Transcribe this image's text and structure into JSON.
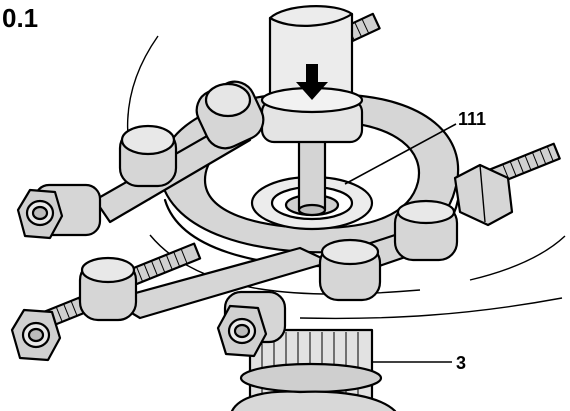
{
  "figure": {
    "step_number": "0.1",
    "callouts": [
      {
        "id": "111",
        "text": "111"
      },
      {
        "id": "3",
        "text": "3"
      }
    ],
    "colors": {
      "part_fill": "#d6d6d6",
      "part_light": "#e9e9e9",
      "part_dark": "#b5b5b5",
      "outline": "#000000",
      "background": "#ffffff"
    },
    "icons": [
      "down-arrow-icon"
    ]
  }
}
